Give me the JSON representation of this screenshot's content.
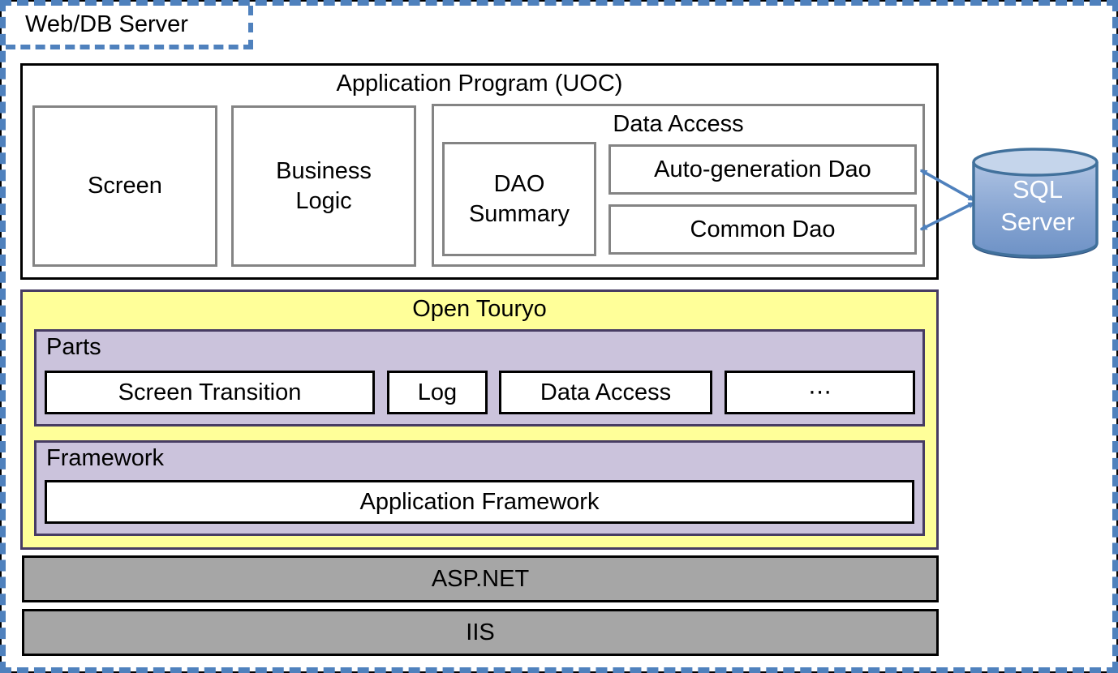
{
  "web_db_server": {
    "label": "Web/DB Server"
  },
  "app_program": {
    "title": "Application Program (UOC)",
    "screen": "Screen",
    "business_logic": "Business Logic",
    "data_access": {
      "title": "Data Access",
      "dao_summary": "DAO Summary",
      "auto_generation_dao": "Auto-generation Dao",
      "common_dao": "Common Dao"
    }
  },
  "database": {
    "line1": "SQL",
    "line2": "Server"
  },
  "open_touryo": {
    "title": "Open Touryo",
    "parts": {
      "label": "Parts",
      "items": [
        "Screen Transition",
        "Log",
        "Data Access",
        "⋯"
      ]
    },
    "framework": {
      "label": "Framework",
      "item": "Application Framework"
    }
  },
  "platform": {
    "aspnet": "ASP.NET",
    "iis": "IIS"
  },
  "colors": {
    "accent_blue": "#4F81BD",
    "yellow_fill": "#FFFF99",
    "lavender_fill": "#CBC3DC",
    "purple_border": "#473C63",
    "gray_fill": "#A6A6A6",
    "gray_border": "#848484",
    "cylinder_stroke": "#41719C"
  }
}
